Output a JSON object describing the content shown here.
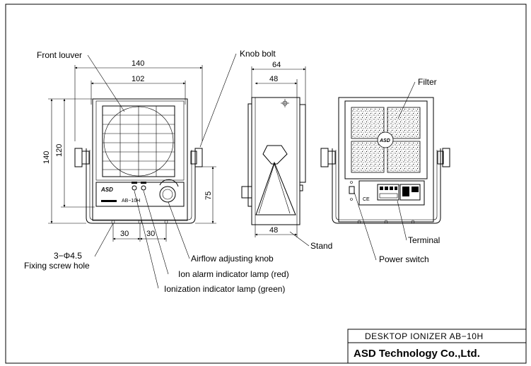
{
  "title_block": {
    "product": "DESKTOP IONIZER AB−10H",
    "company": "ASD Technology Co.,Ltd."
  },
  "dimensions": {
    "front_width": "140",
    "louver_width": "102",
    "overall_height": "140",
    "louver_height": "120",
    "knob_height": "75",
    "hole_pitch_left": "30",
    "hole_pitch_right": "30",
    "side_depth": "64",
    "side_inner_depth": "48",
    "stand_depth": "48"
  },
  "labels": {
    "front_louver": "Front louver",
    "knob_bolt": "Knob bolt",
    "filter": "Filter",
    "stand": "Stand",
    "terminal": "Terminal",
    "power_switch": "Power switch",
    "airflow_knob": "Airflow adjusting knob",
    "ion_alarm": "Ion alarm indicator lamp (red)",
    "ionization_lamp": "Ionization indicator lamp (green)",
    "hole_spec": "3−Φ4.5",
    "hole_desc": "Fixing screw hole"
  },
  "panel_marks": {
    "model_text": "AB−10H",
    "ce_mark": "CE"
  }
}
